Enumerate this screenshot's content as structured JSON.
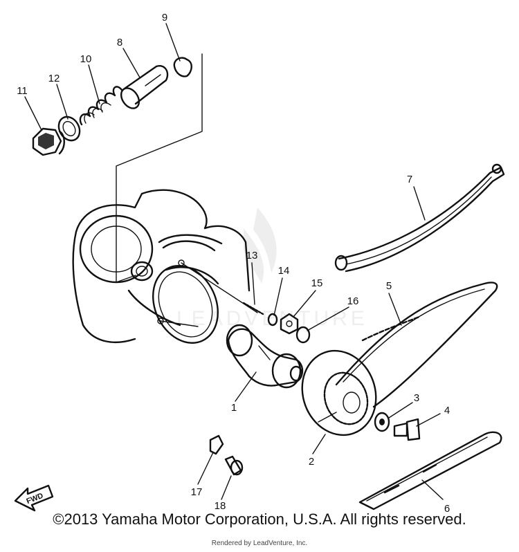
{
  "parts": [
    {
      "id": "1",
      "label": "1"
    },
    {
      "id": "2",
      "label": "2"
    },
    {
      "id": "3",
      "label": "3"
    },
    {
      "id": "4",
      "label": "4"
    },
    {
      "id": "5",
      "label": "5"
    },
    {
      "id": "6",
      "label": "6"
    },
    {
      "id": "7",
      "label": "7"
    },
    {
      "id": "8",
      "label": "8"
    },
    {
      "id": "9",
      "label": "9"
    },
    {
      "id": "10",
      "label": "10"
    },
    {
      "id": "11",
      "label": "11"
    },
    {
      "id": "12",
      "label": "12"
    },
    {
      "id": "13",
      "label": "13"
    },
    {
      "id": "14",
      "label": "14"
    },
    {
      "id": "15",
      "label": "15"
    },
    {
      "id": "16",
      "label": "16"
    },
    {
      "id": "17",
      "label": "17"
    },
    {
      "id": "18",
      "label": "18"
    }
  ],
  "direction_arrow": {
    "label": "FWD",
    "icon": "fwd-arrow-icon"
  },
  "footer": {
    "copyright": "©2013 Yamaha Motor Corporation, U.S.A. All rights reserved.",
    "rendered_by": "Rendered by LeadVenture, Inc."
  },
  "watermark": {
    "icon": "leadventure-watermark-icon",
    "text": "LEADVENTURE"
  }
}
